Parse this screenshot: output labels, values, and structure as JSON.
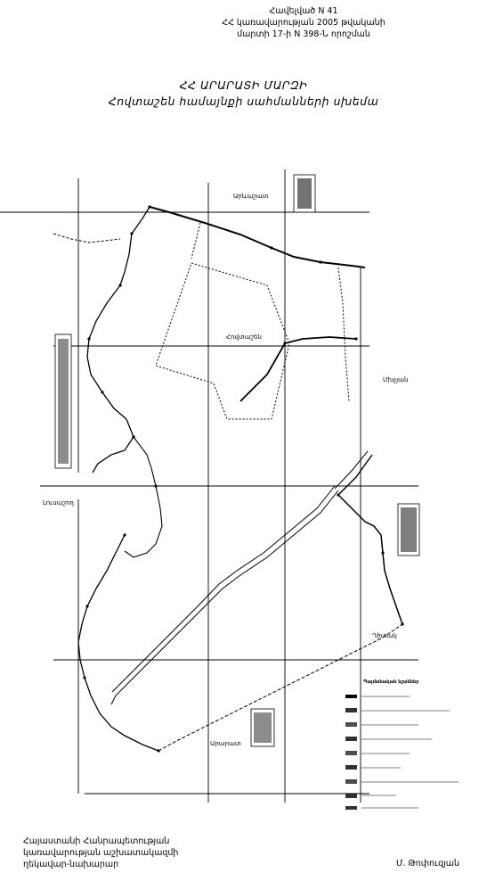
{
  "header": {
    "appendix_lines": [
      "Հավելված N 41",
      "ՀՀ կառավարության 2005 թվականի",
      "մարտի 17-ի N 398-Ն որոշման"
    ]
  },
  "title": {
    "line1": "ՀՀ ԱՐԱՐԱՏԻ ՄԱՐԶԻ",
    "line2": "Հովտաշեն համայնքի սահմանների սխեմա"
  },
  "map": {
    "labels": {
      "north": "Արևաշատ",
      "center": "Հովտաշեն",
      "east": "Մխչյան",
      "west": "Լուսաշող",
      "southeast": "Դիտակ",
      "south": "Արարատ"
    },
    "legend": {
      "title": "Պայմանական նշաններ"
    }
  },
  "footer": {
    "left_lines": [
      "Հայաստանի Հանրապետության",
      "կառավարության աշխատակազմի",
      "ղեկավար-նախարար"
    ],
    "signature": "Մ. Թոփուզյան"
  }
}
